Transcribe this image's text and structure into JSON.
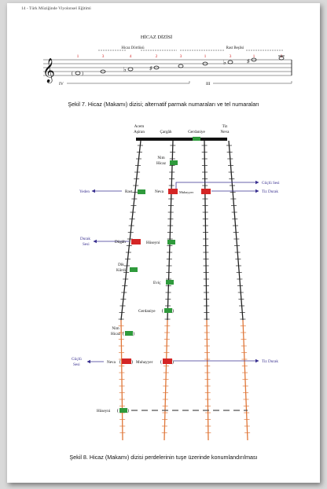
{
  "header": {
    "running_title": "14 - Türk Müziğinde Viyolonsel Eğitimi"
  },
  "figure7": {
    "title": "HİCAZ DİZİSİ",
    "group_left": "Hicaz Dörtlüsü",
    "group_right": "Rast Beşlisi",
    "finger_numbers": [
      "1",
      "3",
      "4",
      "2",
      "3",
      "1",
      "3",
      "1",
      "3"
    ],
    "strings": [
      "IV",
      "III"
    ],
    "caption": "Şekil 7. Hicaz (Makamı) dizisi; alternatif parmak numaraları ve tel numaraları"
  },
  "figure8": {
    "string_names": [
      [
        "Acem",
        "Aşiran"
      ],
      [
        "Çargâh"
      ],
      [
        "Gerdaniye"
      ],
      [
        "Tiz",
        "Neva"
      ]
    ],
    "notes": {
      "nim_hicaz_top": [
        "Nim",
        "Hicaz"
      ],
      "rast": "Rast",
      "neva_top": "Neva",
      "muhayyer_top": "Muhayyer",
      "dugah": "Dügâh",
      "huseyni_top": "Hüseyni",
      "dik_kurdi": [
        "Dik",
        "Kürdi"
      ],
      "evic": "Eviç",
      "gerdaniye": "Gerdaniye",
      "nim_hicaz_low": [
        "Nim",
        "Hicaz"
      ],
      "neva_low": "Neva",
      "muhayyer_low": "Muhayyer",
      "huseyni_low": "Hüseyni"
    },
    "annotations": {
      "yeden": "Yeden",
      "guclu_sesi_top": "Güçlü Sesi",
      "tiz_durak_top": "Tiz Durak",
      "durak_sesi": [
        "Durak",
        "Sesi"
      ],
      "guclu_sesi_low": [
        "Güçlü",
        "Sesi"
      ],
      "tiz_durak_low": "Tiz Durak"
    },
    "caption": "Şekil 8. Hicaz (Makamı) dizisi perdelerinin tuşe üzerinde konumlandırılması",
    "colors": {
      "string": "#222222",
      "string_extension": "#e0773a",
      "marker_green": "#2f9a3c",
      "marker_red": "#d42525",
      "arrow": "#3a3190",
      "annotation_text": "#3a3190"
    }
  }
}
